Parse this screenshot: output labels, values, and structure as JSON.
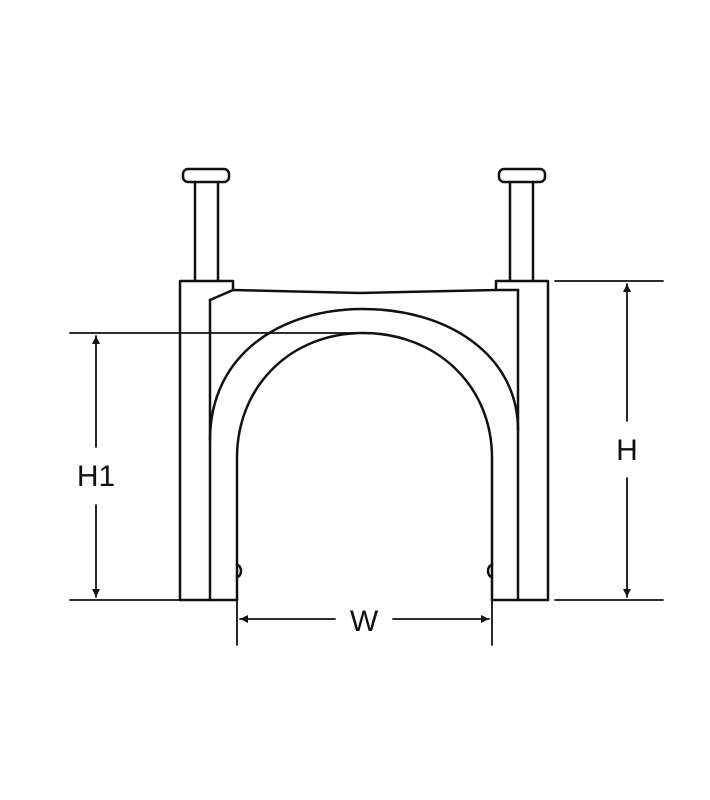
{
  "diagram": {
    "labels": {
      "h1": "H1",
      "h": "H",
      "w": "W"
    },
    "colors": {
      "line": "#111111",
      "background": "#ffffff"
    },
    "parts": [
      "nail-left",
      "nail-right",
      "cable-clip-body",
      "cable-arch"
    ]
  }
}
